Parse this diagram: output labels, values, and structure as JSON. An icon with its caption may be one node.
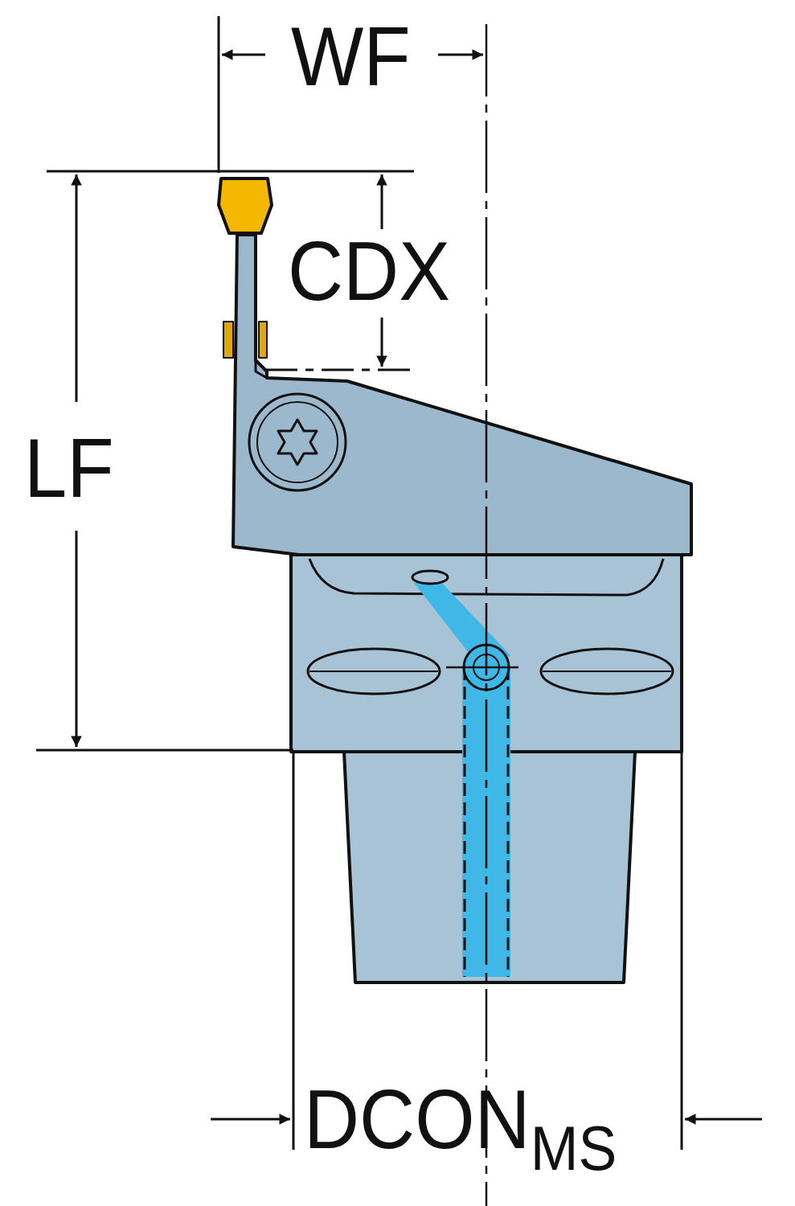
{
  "diagram": {
    "labels": [
      "WF",
      "CDX",
      "LF",
      "DCON$_{MS}$"
    ]
  }
}
